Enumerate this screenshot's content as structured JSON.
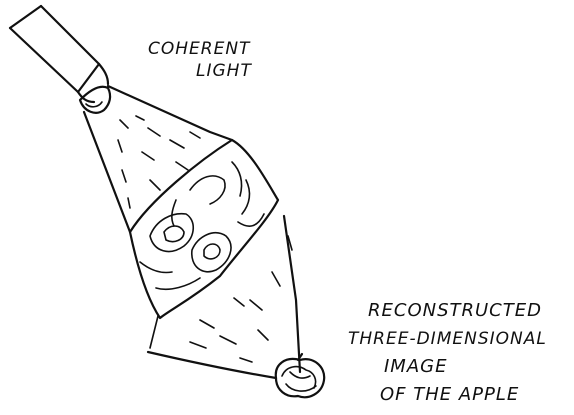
{
  "labels": {
    "light": [
      "COHERENT",
      "LIGHT"
    ],
    "image": [
      "RECONSTRUCTED",
      "THREE-DIMENSIONAL",
      "IMAGE",
      "OF THE APPLE"
    ]
  },
  "colors": {
    "ink": "#111111",
    "paper": "#ffffff"
  }
}
